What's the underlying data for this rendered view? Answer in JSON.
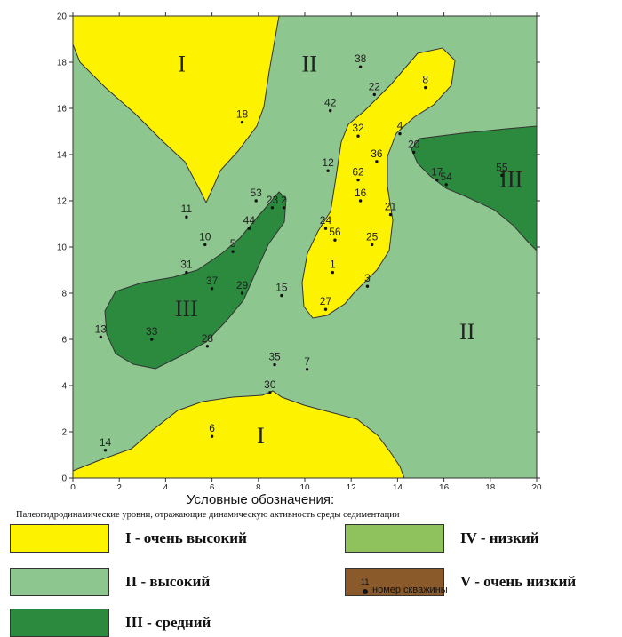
{
  "map": {
    "x_axis": {
      "min": 0,
      "max": 20,
      "ticks": [
        0,
        2,
        4,
        6,
        8,
        10,
        12,
        14,
        16,
        18,
        20
      ]
    },
    "y_axis": {
      "min": 0,
      "max": 20,
      "ticks": [
        0,
        2,
        4,
        6,
        8,
        10,
        12,
        14,
        16,
        18,
        20
      ]
    },
    "colors": {
      "level_I": "#fdf200",
      "level_II": "#8ec68f",
      "level_III": "#2b8a3e",
      "level_IV": "#8fc15c",
      "level_V": "#8b5a2b",
      "outline": "#333333"
    },
    "zones": [
      {
        "label": "I",
        "x": 4.7,
        "y": 17.6
      },
      {
        "label": "II",
        "x": 10.2,
        "y": 17.6
      },
      {
        "label": "III",
        "x": 18.9,
        "y": 12.6
      },
      {
        "label": "III",
        "x": 4.9,
        "y": 7.0
      },
      {
        "label": "II",
        "x": 17.0,
        "y": 6.0
      },
      {
        "label": "I",
        "x": 8.1,
        "y": 1.5
      }
    ],
    "wells": [
      {
        "id": "38",
        "x": 12.4,
        "y": 17.8
      },
      {
        "id": "22",
        "x": 13.0,
        "y": 16.6
      },
      {
        "id": "8",
        "x": 15.2,
        "y": 16.9
      },
      {
        "id": "42",
        "x": 11.1,
        "y": 15.9
      },
      {
        "id": "18",
        "x": 7.3,
        "y": 15.4
      },
      {
        "id": "4",
        "x": 14.1,
        "y": 14.9
      },
      {
        "id": "32",
        "x": 12.3,
        "y": 14.8
      },
      {
        "id": "20",
        "x": 14.7,
        "y": 14.1
      },
      {
        "id": "36",
        "x": 13.1,
        "y": 13.7
      },
      {
        "id": "12",
        "x": 11.0,
        "y": 13.3
      },
      {
        "id": "17",
        "x": 15.7,
        "y": 12.9
      },
      {
        "id": "54",
        "x": 16.1,
        "y": 12.7
      },
      {
        "id": "55",
        "x": 18.5,
        "y": 13.1
      },
      {
        "id": "62",
        "x": 12.3,
        "y": 12.9
      },
      {
        "id": "16",
        "x": 12.4,
        "y": 12.0
      },
      {
        "id": "53",
        "x": 7.9,
        "y": 12.0
      },
      {
        "id": "23",
        "x": 8.6,
        "y": 11.7
      },
      {
        "id": "2",
        "x": 9.1,
        "y": 11.7
      },
      {
        "id": "11",
        "x": 4.9,
        "y": 11.3
      },
      {
        "id": "21",
        "x": 13.7,
        "y": 11.4
      },
      {
        "id": "24",
        "x": 10.9,
        "y": 10.8
      },
      {
        "id": "44",
        "x": 7.6,
        "y": 10.8
      },
      {
        "id": "56",
        "x": 11.3,
        "y": 10.3
      },
      {
        "id": "10",
        "x": 5.7,
        "y": 10.1
      },
      {
        "id": "25",
        "x": 12.9,
        "y": 10.1
      },
      {
        "id": "5",
        "x": 6.9,
        "y": 9.8
      },
      {
        "id": "31",
        "x": 4.9,
        "y": 8.9
      },
      {
        "id": "1",
        "x": 11.2,
        "y": 8.9
      },
      {
        "id": "3",
        "x": 12.7,
        "y": 8.3
      },
      {
        "id": "37",
        "x": 6.0,
        "y": 8.2
      },
      {
        "id": "29",
        "x": 7.3,
        "y": 8.0
      },
      {
        "id": "15",
        "x": 9.0,
        "y": 7.9
      },
      {
        "id": "27",
        "x": 10.9,
        "y": 7.3
      },
      {
        "id": "13",
        "x": 1.2,
        "y": 6.1
      },
      {
        "id": "33",
        "x": 3.4,
        "y": 6.0
      },
      {
        "id": "28",
        "x": 5.8,
        "y": 5.7
      },
      {
        "id": "35",
        "x": 8.7,
        "y": 4.9
      },
      {
        "id": "7",
        "x": 10.1,
        "y": 4.7
      },
      {
        "id": "30",
        "x": 8.5,
        "y": 3.7
      },
      {
        "id": "6",
        "x": 6.0,
        "y": 1.8
      },
      {
        "id": "14",
        "x": 1.4,
        "y": 1.2
      }
    ]
  },
  "legend": {
    "title": "Условные обозначения:",
    "subtitle": "Палеогидродинамические уровни, отражающие динамическую активность среды седиментации",
    "items": [
      {
        "label": "I - очень высокий",
        "color": "#fdf200"
      },
      {
        "label": "II - высокий",
        "color": "#8ec68f"
      },
      {
        "label": "III - средний",
        "color": "#2b8a3e"
      },
      {
        "label": "IV - низкий",
        "color": "#8fc15c"
      },
      {
        "label": "V - очень низкий",
        "color": "#8b5a2b"
      }
    ],
    "well_symbol_number": "11",
    "well_label": "номер скважины"
  }
}
